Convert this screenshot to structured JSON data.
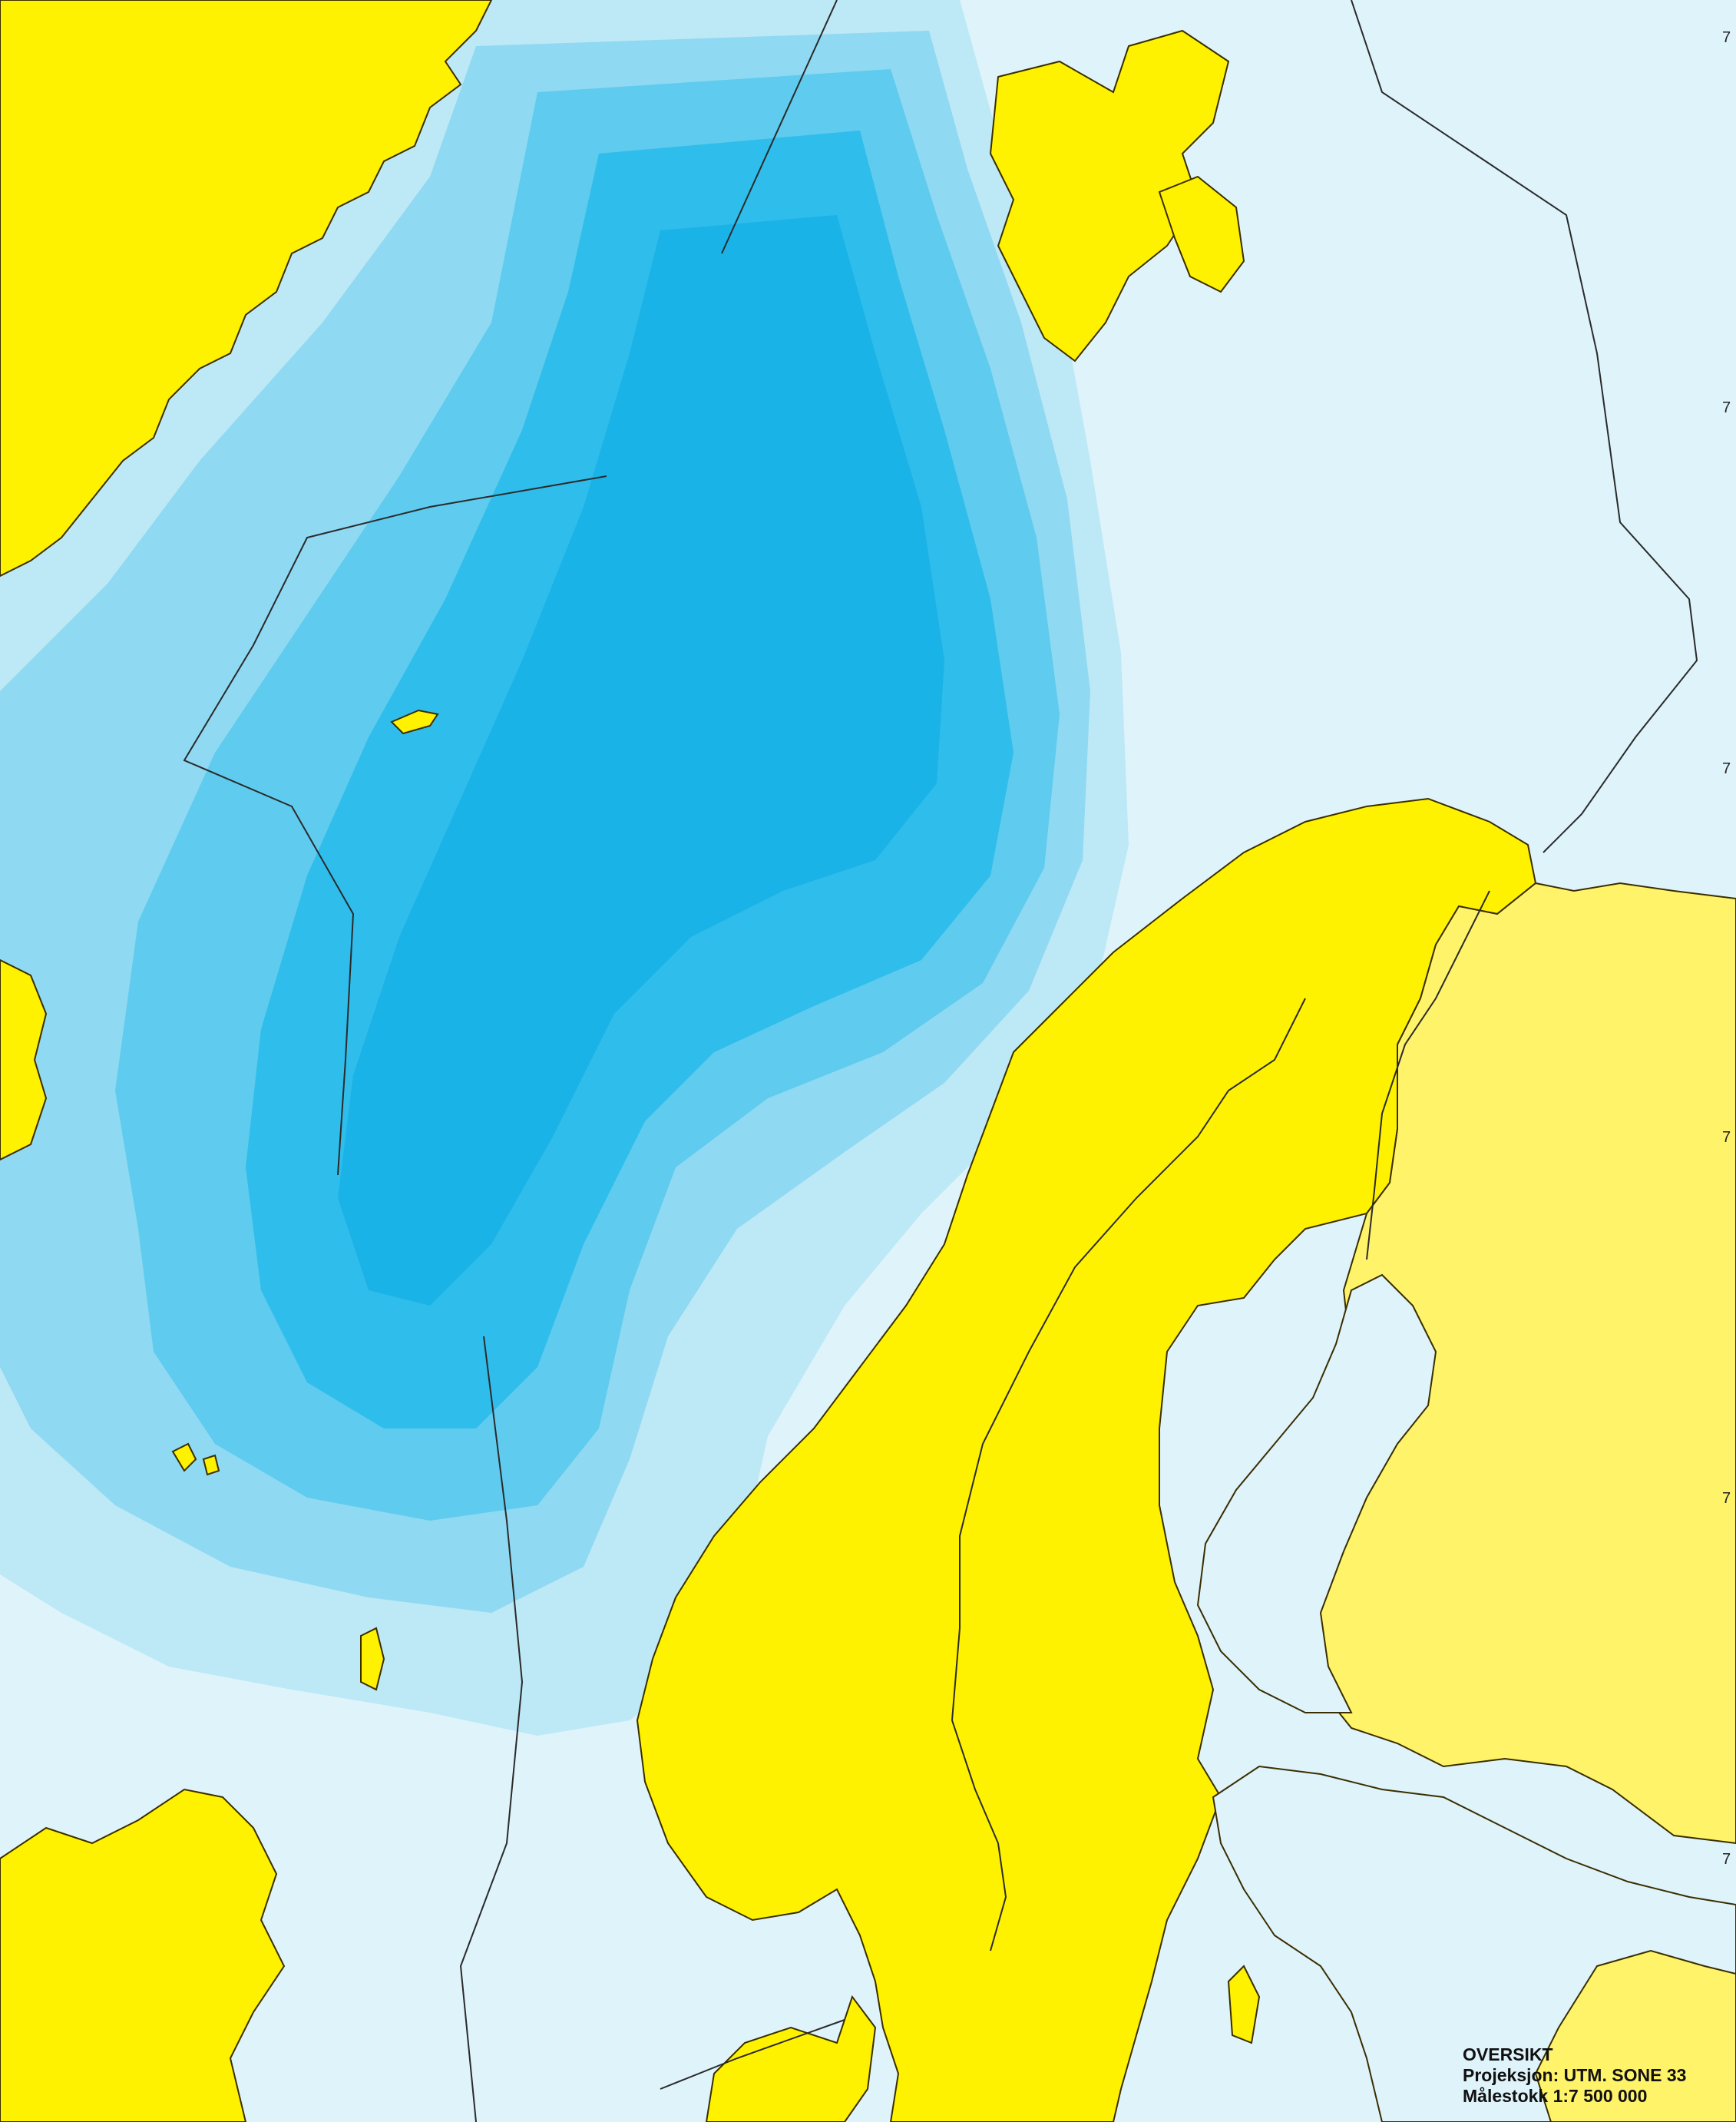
{
  "map": {
    "legend": {
      "title": "OVERSIKT",
      "projection": "Projeksjon: UTM. SONE 33",
      "scale": "Målestokk 1:7 500 000"
    },
    "edge_labels": [
      "7",
      "7",
      "7",
      "7",
      "7",
      "7"
    ],
    "colors": {
      "land": "#fff200",
      "land_light": "#fff36a",
      "shelf": "#dff3fb",
      "depth_1": "#bde8f6",
      "depth_2": "#8fd9f2",
      "depth_3": "#5fcbee",
      "depth_4": "#2fbdeb",
      "depth_5": "#1ab3e8",
      "boundary": "#2a2a2a",
      "coast": "#3a2e00"
    }
  }
}
